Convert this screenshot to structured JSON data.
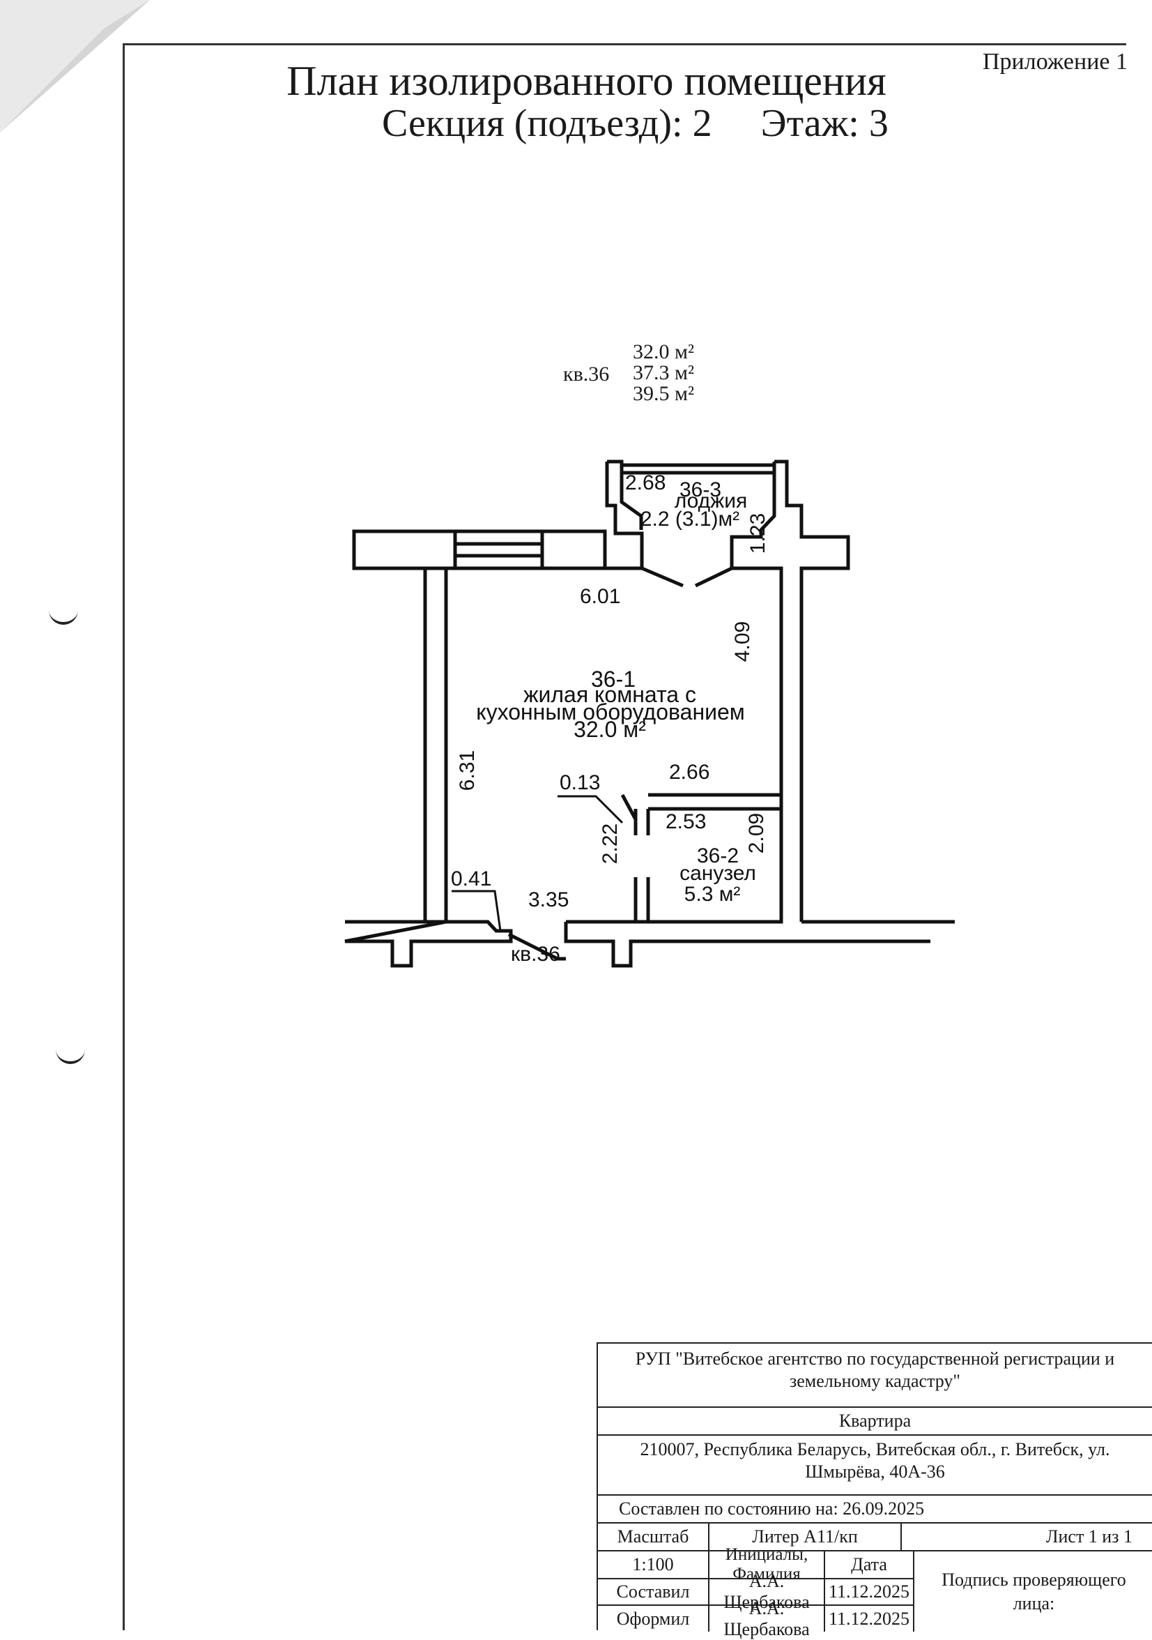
{
  "header": {
    "appendix": "Приложение 1",
    "title": "План изолированного помещения",
    "section": "Секция (подъезд): 2",
    "floor": "Этаж: 3"
  },
  "apartment_summary": {
    "label": "кв.36",
    "area_1": "32.0 м²",
    "area_2": "37.3 м²",
    "area_3": "39.5 м²"
  },
  "rooms": {
    "living": {
      "id": "36-1",
      "name_line1": "жилая комната с",
      "name_line2": "кухонным оборудованием",
      "area": "32.0 м²"
    },
    "bathroom": {
      "id": "36-2",
      "name": "санузел",
      "area": "5.3 м²"
    },
    "loggia": {
      "id": "36-3",
      "name": "лоджия",
      "area": "2.2 (3.1)м²"
    }
  },
  "dimensions": {
    "loggia_width": "2.68",
    "loggia_depth": "1.23",
    "room_width": "6.01",
    "room_right_length": "4.09",
    "room_left_length": "6.31",
    "bath_top_outer": "2.66",
    "bath_top_inner": "2.53",
    "bath_height": "2.09",
    "corridor_height": "2.22",
    "niche_depth": "0.13",
    "wall_thickness": "0.41",
    "entrance_width": "3.35"
  },
  "entrance_label": "кв.36",
  "stamp": {
    "org": "РУП \"Витебское агентство по государственной регистрации и земельному кадастру\"",
    "object_type": "Квартира",
    "address": "210007, Республика Беларусь, Витебская обл., г. Витебск, ул. Шмырёва, 40А-36",
    "as_of": "Составлен по состоянию на: 26.09.2025",
    "scale_label": "Масштаб",
    "scale_value": "1:100",
    "liter": "Литер А11/кп",
    "sheet": "Лист 1 из 1",
    "initials_header": "Инициалы, Фамилия",
    "date_header": "Дата",
    "signature_header": "Подпись проверяющего лица:",
    "rows": [
      {
        "role": "Составил",
        "name": "А.А. Щербакова",
        "date": "11.12.2025"
      },
      {
        "role": "Оформил",
        "name": "А.А. Щербакова",
        "date": "11.12.2025"
      }
    ]
  }
}
